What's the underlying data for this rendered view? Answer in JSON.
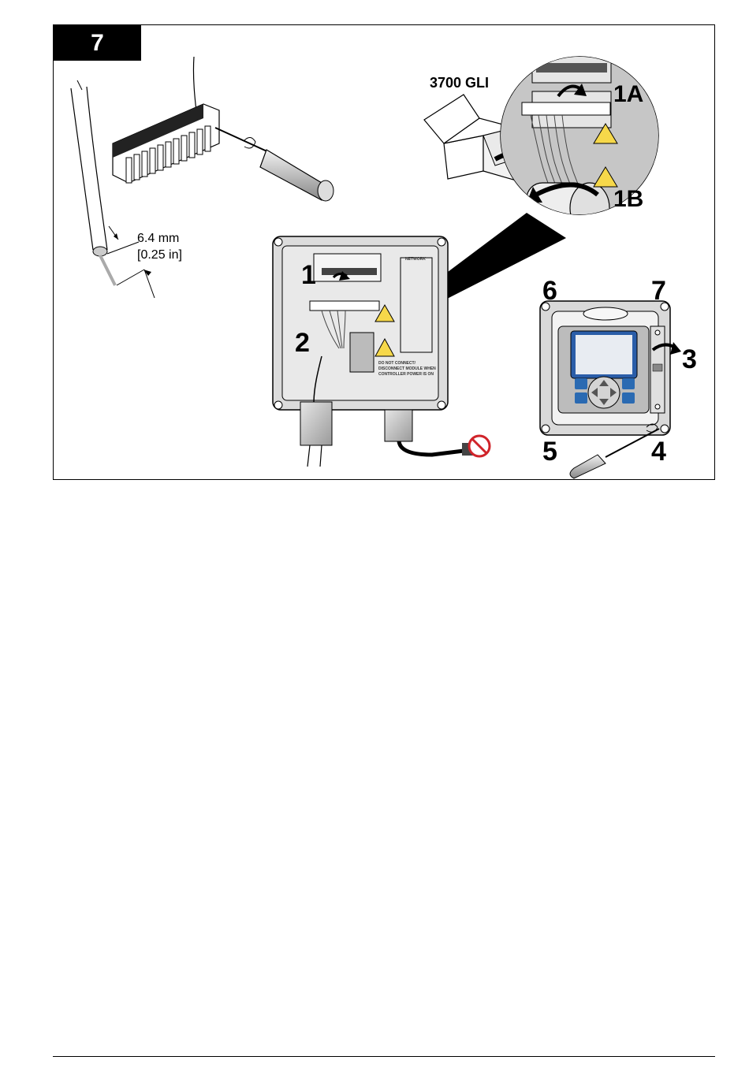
{
  "figure": {
    "step_number": "7",
    "module_label": "3700 GLI",
    "strip_length_mm": "6.4 mm",
    "strip_length_in": "[0.25 in]",
    "callouts": {
      "c1": "1",
      "c1a": "1A",
      "c1b": "1B",
      "c2": "2",
      "c3": "3",
      "c4": "4",
      "c5": "5",
      "c6": "6",
      "c7": "7"
    },
    "panel_text": {
      "network": "NETWORK",
      "warning_line1": "DO NOT CONNECT/",
      "warning_line2": "DISCONNECT MODULE WHEN",
      "warning_line3": "CONTROLLER POWER IS ON"
    }
  }
}
